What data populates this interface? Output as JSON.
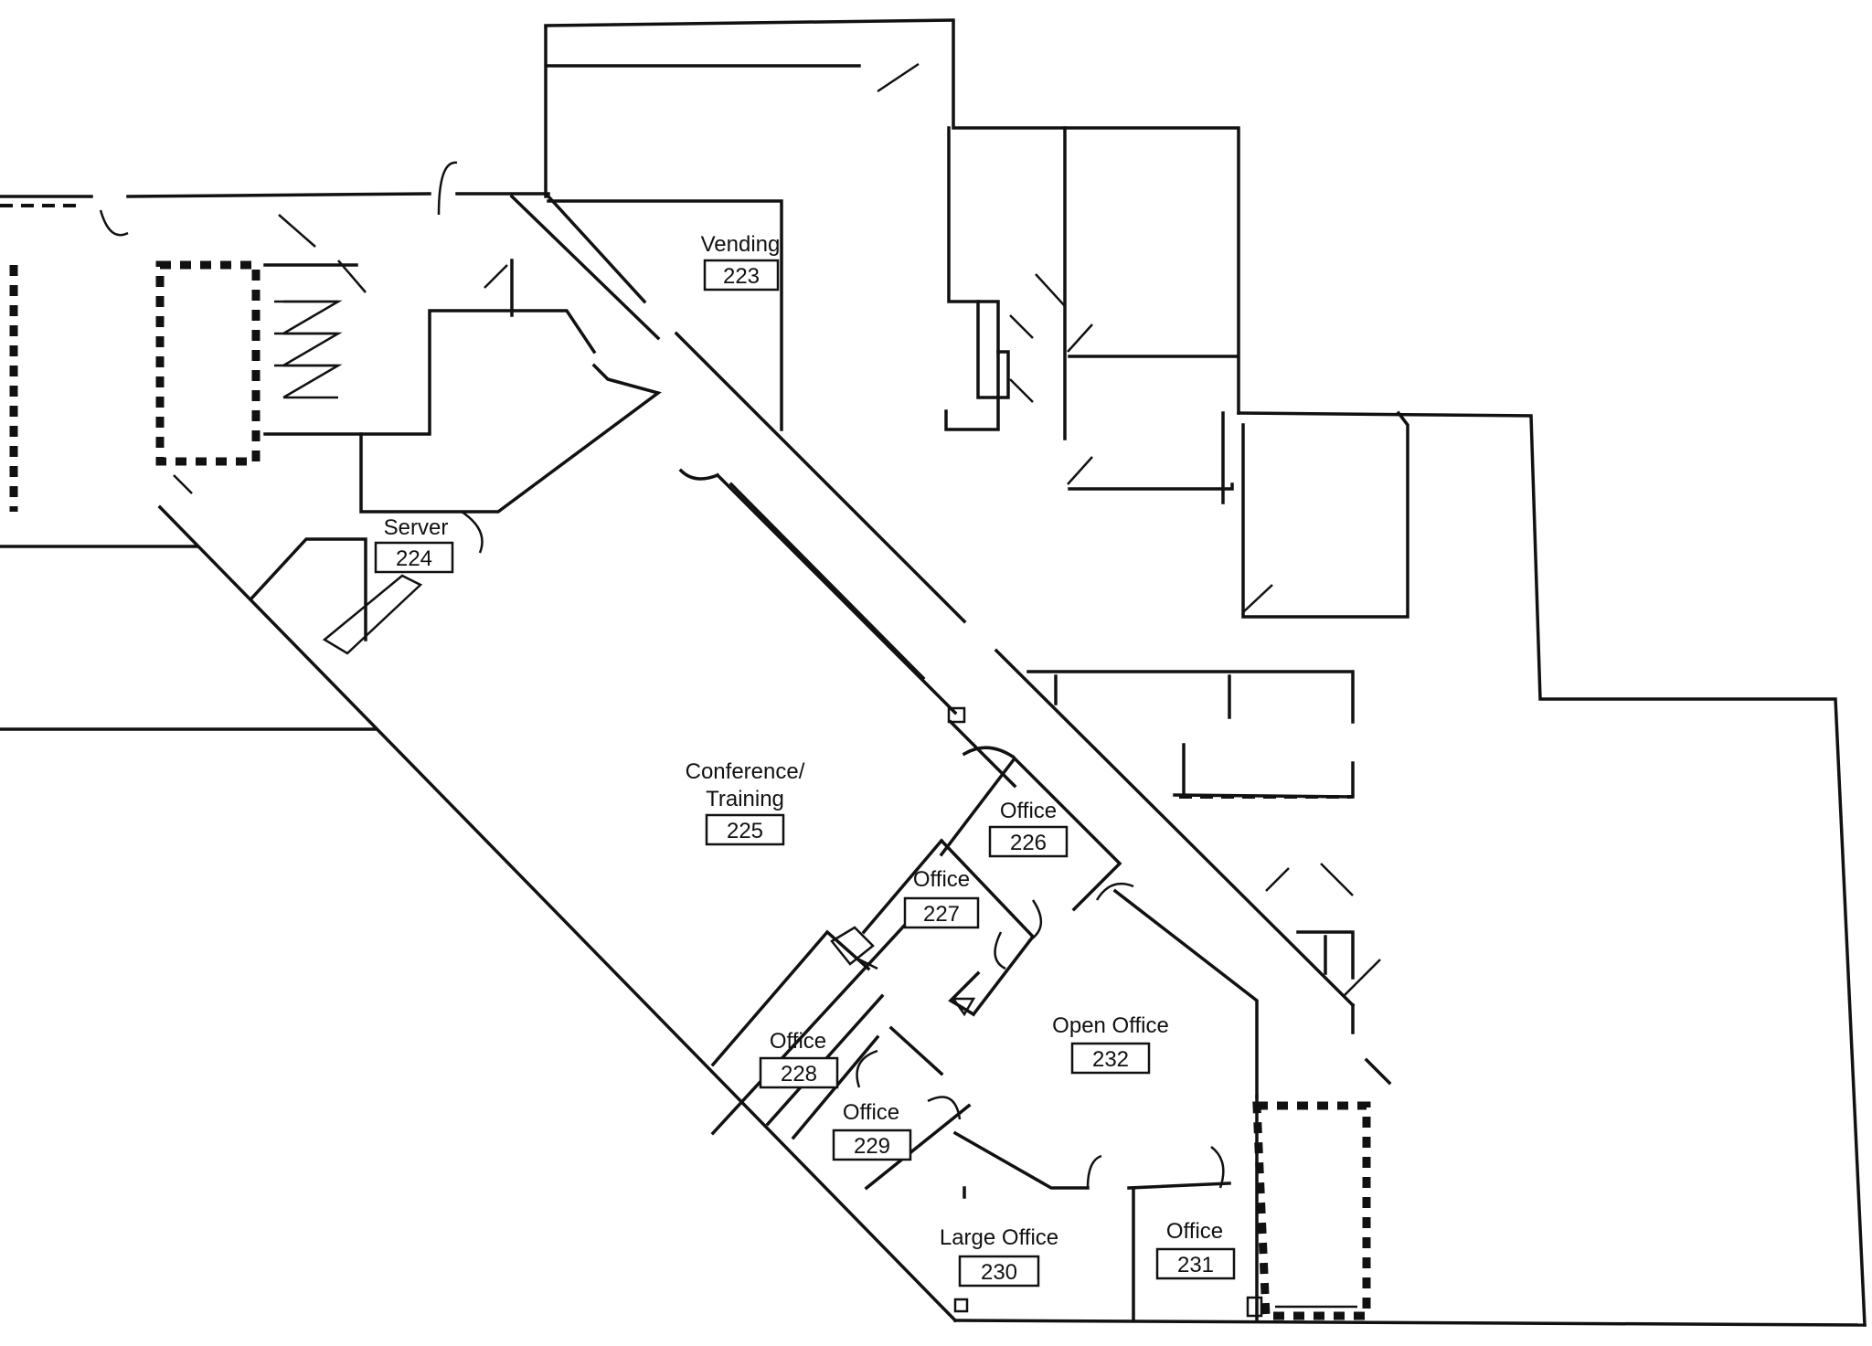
{
  "rooms": [
    {
      "key": "r223",
      "name": "Vending",
      "number": "223"
    },
    {
      "key": "r224",
      "name": "Server",
      "number": "224"
    },
    {
      "key": "r225",
      "name": "Conference/",
      "name2": "Training",
      "number": "225"
    },
    {
      "key": "r226",
      "name": "Office",
      "number": "226"
    },
    {
      "key": "r227",
      "name": "Office",
      "number": "227"
    },
    {
      "key": "r228",
      "name": "Office",
      "number": "228"
    },
    {
      "key": "r229",
      "name": "Office",
      "number": "229"
    },
    {
      "key": "r230",
      "name": "Large Office",
      "number": "230"
    },
    {
      "key": "r231",
      "name": "Office",
      "number": "231"
    },
    {
      "key": "r232",
      "name": "Open Office",
      "number": "232"
    }
  ]
}
